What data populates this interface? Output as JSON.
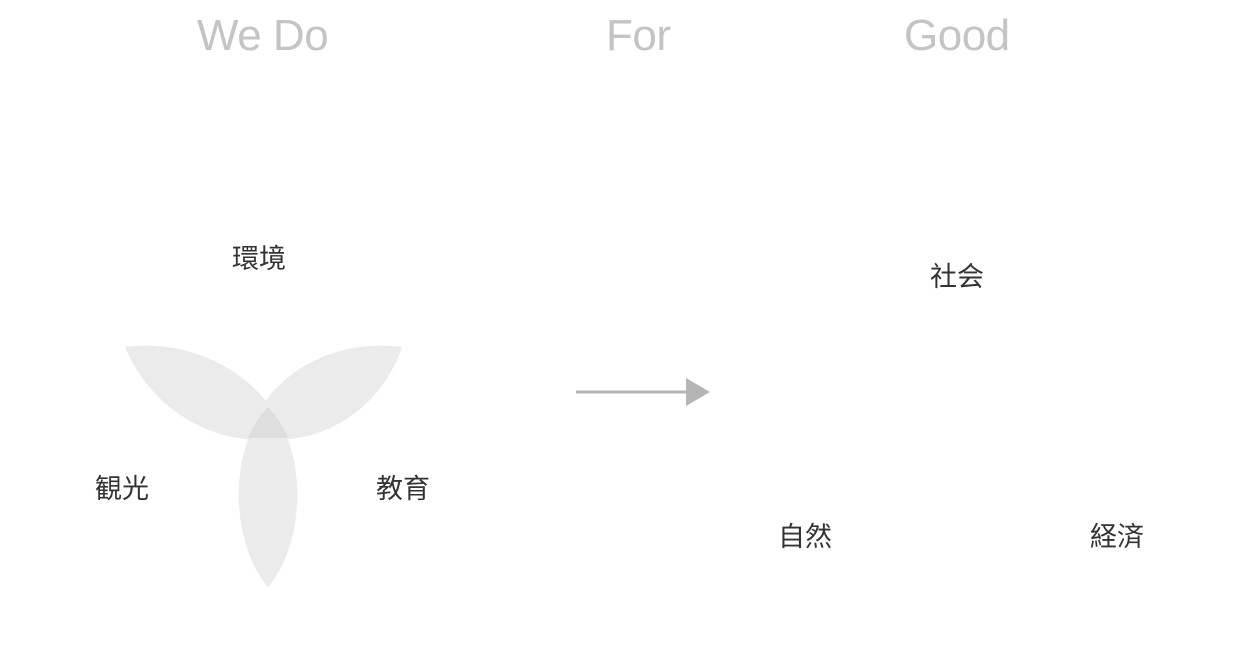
{
  "headings": {
    "we_do": "We Do",
    "for": "For",
    "good": "Good"
  },
  "we_do_items": {
    "top": "環境",
    "left": "観光",
    "right": "教育"
  },
  "good_items": {
    "top": "社会",
    "left": "自然",
    "right": "経済"
  },
  "colors": {
    "heading": "#c4c4c4",
    "label": "#333333",
    "petal": "#ebebeb",
    "petal_overlap": "#dedede",
    "arrow": "#b5b5b5"
  }
}
